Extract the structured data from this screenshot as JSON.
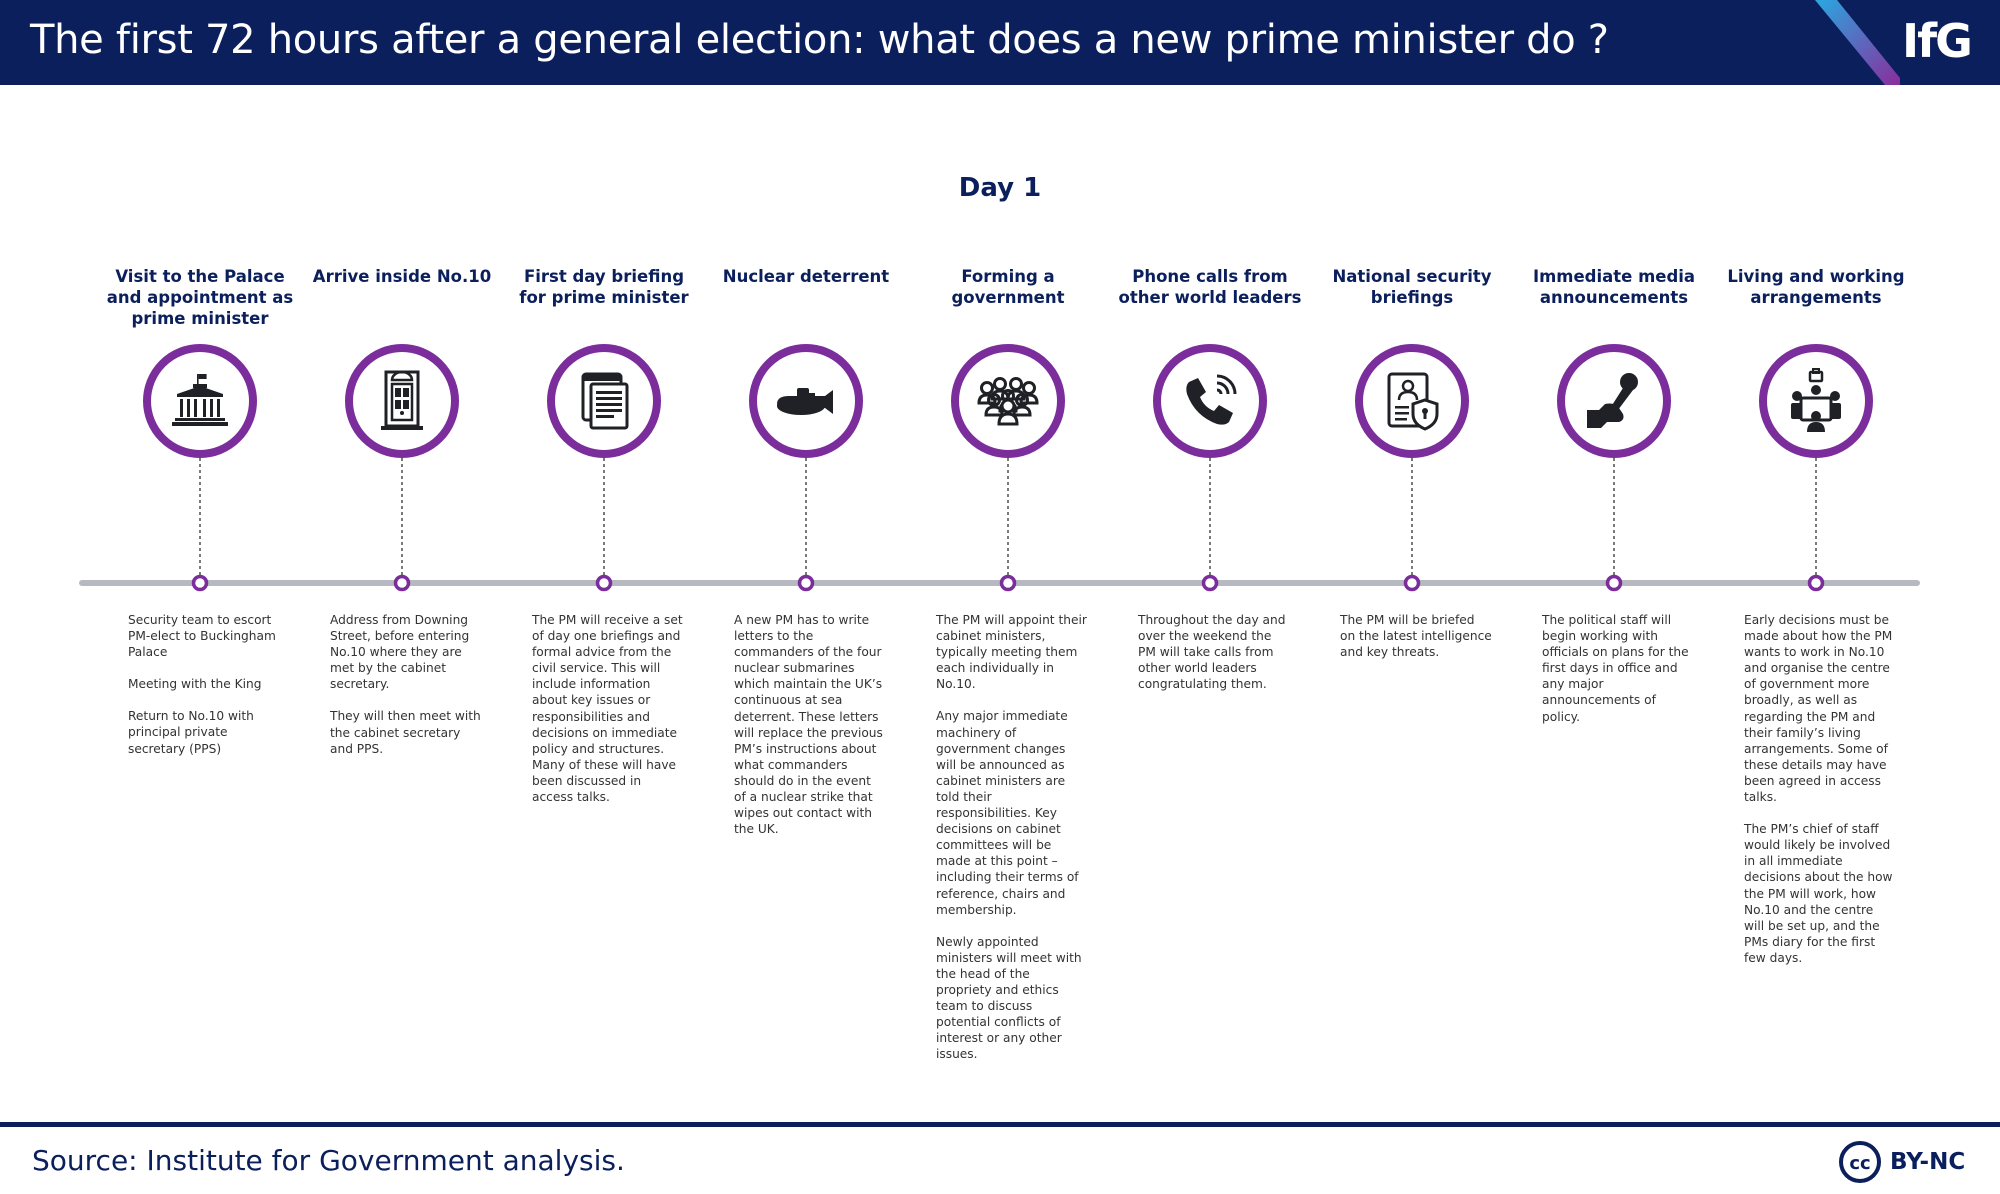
{
  "header": {
    "title": "The first 72 hours after a general election: what does a new prime minister do ?",
    "logo": "IfG"
  },
  "day_heading": "Day 1",
  "steps": [
    {
      "title": "Visit to the Palace and appointment as prime minister",
      "icon": "palace-icon",
      "paragraphs": [
        "Security team to escort PM-elect to Buckingham Palace",
        "Meeting with the King",
        "Return to No.10 with principal private secretary (PPS)"
      ]
    },
    {
      "title": "Arrive inside No.10",
      "icon": "door-icon",
      "paragraphs": [
        "Address from Downing Street, before entering No.10 where they are met by the cabinet secretary.",
        "They will then meet with the cabinet secretary and PPS."
      ]
    },
    {
      "title": "First day briefing for prime minister",
      "icon": "documents-icon",
      "paragraphs": [
        "The PM will receive a set of day one briefings and formal advice from the civil service. This will include information about key issues or responsibilities and decisions on immediate policy and structures. Many of these will have been discussed in access talks."
      ]
    },
    {
      "title": "Nuclear deterrent",
      "icon": "submarine-icon",
      "paragraphs": [
        "A new PM has to write letters to the commanders of the four nuclear submarines which maintain the UK’s continuous at sea deterrent. These letters will replace the previous PM’s instructions about what commanders should do in the event of a nuclear strike that wipes out contact with the UK."
      ]
    },
    {
      "title": "Forming a government",
      "icon": "people-group-icon",
      "paragraphs": [
        "The PM will appoint their cabinet ministers, typically meeting them each individually in No.10.",
        "Any major immediate machinery of government changes will be announced as cabinet ministers are told their responsibilities. Key decisions on cabinet committees will be made at this point – including their terms of reference, chairs and membership.",
        "Newly appointed ministers will meet with the head of the propriety and ethics team to discuss potential conflicts of interest or any other issues."
      ]
    },
    {
      "title": "Phone calls from other world leaders",
      "icon": "phone-icon",
      "paragraphs": [
        "Throughout the day and over the weekend the PM will take calls from other world leaders congratulating them."
      ]
    },
    {
      "title": "National security briefings",
      "icon": "secure-document-icon",
      "paragraphs": [
        "The PM will be briefed on the latest intelligence and key threats."
      ]
    },
    {
      "title": "Immediate media announcements",
      "icon": "microphone-icon",
      "paragraphs": [
        "The political staff will begin working with officials on plans for the first days in office and any major announcements of policy."
      ]
    },
    {
      "title": "Living and working arrangements",
      "icon": "meeting-table-icon",
      "paragraphs": [
        "Early decisions must be made about how the PM wants to work in No.10 and organise the centre of government more broadly, as well as regarding the PM and their family’s living arrangements. Some of these details may have been agreed in access talks.",
        "The PM’s chief of staff would likely be involved in all immediate decisions about the how the PM will work, how No.10 and the centre will be set up, and the PMs diary for the first few days."
      ]
    }
  ],
  "footer": {
    "source": "Source: Institute for Government analysis.",
    "license_symbol": "cc",
    "license": "BY-NC"
  },
  "colors": {
    "navy": "#0b1f5c",
    "purple": "#7b2d9c",
    "timeline_gray": "#b6b9bf",
    "icon_dark": "#1f2126"
  }
}
